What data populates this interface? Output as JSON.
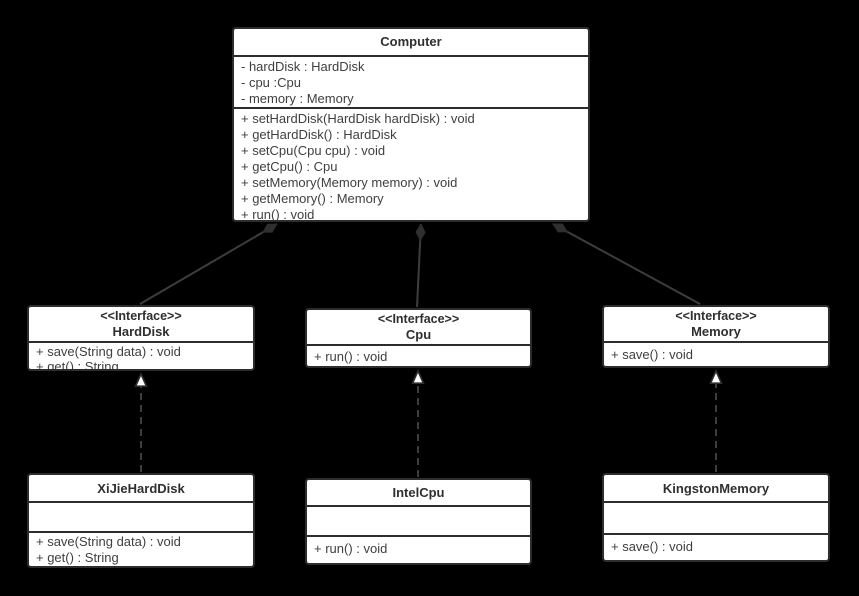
{
  "diagram": {
    "type": "uml-class-diagram",
    "background_color": "#000000",
    "box_fill": "#ffffff",
    "border_color": "#2d2d2d",
    "connector_color": "#3d3d3d",
    "text_color": "#3f3f3f",
    "classes": {
      "computer": {
        "title": "Computer",
        "fields": [
          "- hardDisk : HardDisk",
          "- cpu :Cpu",
          "- memory : Memory"
        ],
        "methods": [
          "+ setHardDisk(HardDisk hardDisk) : void",
          "+ getHardDisk() : HardDisk",
          "+ setCpu(Cpu cpu) : void",
          "+ getCpu() : Cpu",
          "+ setMemory(Memory memory) : void",
          "+ getMemory() : Memory",
          "+ run() : void"
        ]
      },
      "hard_disk": {
        "stereotype": "<<Interface>>",
        "title": "HardDisk",
        "methods": [
          "+ save(String data) : void",
          "+ get() : String"
        ]
      },
      "cpu": {
        "stereotype": "<<Interface>>",
        "title": "Cpu",
        "methods": [
          "+ run() : void"
        ]
      },
      "memory": {
        "stereotype": "<<Interface>>",
        "title": "Memory",
        "methods": [
          "+ save() : void"
        ]
      },
      "xijie_hard_disk": {
        "title": "XiJieHardDisk",
        "methods": [
          "+ save(String data) : void",
          "+ get() : String"
        ]
      },
      "intel_cpu": {
        "title": "IntelCpu",
        "methods": [
          "+ run() : void"
        ]
      },
      "kingston_memory": {
        "title": "KingstonMemory",
        "methods": [
          "+ save() : void"
        ]
      }
    },
    "relationships": [
      {
        "type": "composition",
        "from": "Computer",
        "to": "HardDisk"
      },
      {
        "type": "composition",
        "from": "Computer",
        "to": "Cpu"
      },
      {
        "type": "composition",
        "from": "Computer",
        "to": "Memory"
      },
      {
        "type": "realization",
        "from": "XiJieHardDisk",
        "to": "HardDisk"
      },
      {
        "type": "realization",
        "from": "IntelCpu",
        "to": "Cpu"
      },
      {
        "type": "realization",
        "from": "KingstonMemory",
        "to": "Memory"
      }
    ]
  }
}
